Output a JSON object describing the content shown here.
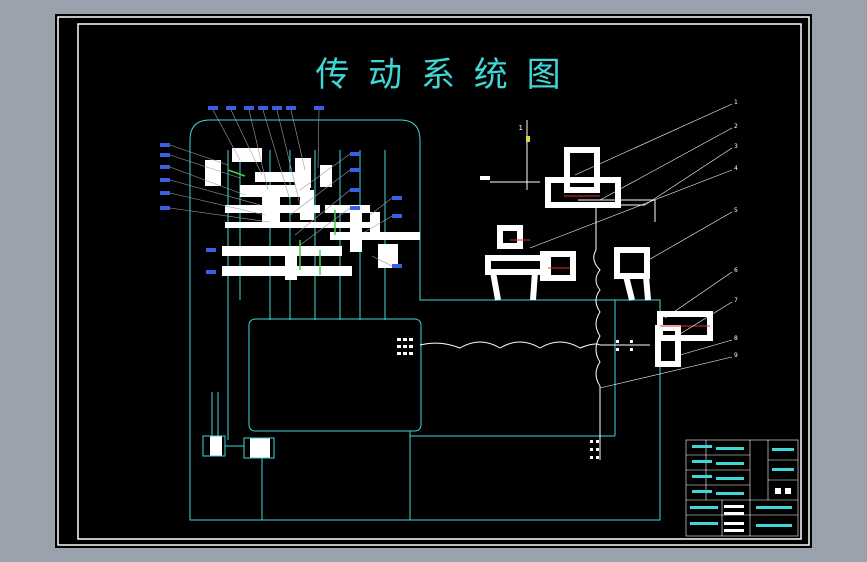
{
  "drawing": {
    "title": "传 动 系 统 图",
    "colors": {
      "viewport_bg": "#9aa3ad",
      "sheet_bg": "#000000",
      "line_cyan": "#3fd6d6",
      "line_white": "#ffffff",
      "line_red": "#e03030",
      "label_blue": "#3a5fe0",
      "line_yellow": "#e6d23a",
      "gray_line": "#9aa0a6"
    },
    "callouts": [
      "1",
      "2",
      "3",
      "4",
      "5",
      "6",
      "7",
      "8",
      "9"
    ],
    "axis_label": "1"
  }
}
